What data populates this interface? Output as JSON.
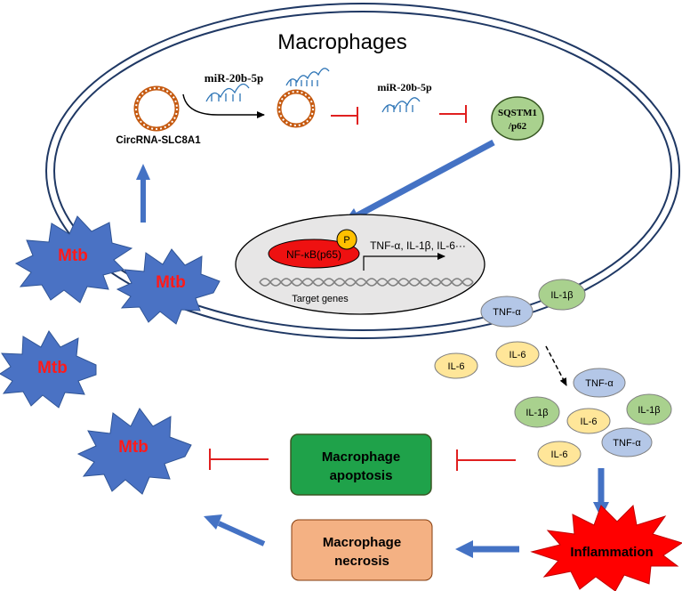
{
  "title": "Macrophages",
  "circrna": {
    "label": "CircRNA-SLC8A1"
  },
  "mirna": {
    "label_top": "miR-20b-5p",
    "label_free": "miR-20b-5p"
  },
  "sqstm1": {
    "line1": "SQSTM1",
    "line2": "/p62"
  },
  "nucleus": {
    "nfkb": "NF-κB(p65)",
    "phospho": "P",
    "products": "TNF-α, IL-1β, IL-6···",
    "target": "Target genes"
  },
  "mtb": {
    "label": "Mtb"
  },
  "cytokines": {
    "tnf": "TNF-α",
    "il1b": "IL-1β",
    "il6": "IL-6"
  },
  "outcomes": {
    "apoptosis_line1": "Macrophage",
    "apoptosis_line2": "apoptosis",
    "necrosis_line1": "Macrophage",
    "necrosis_line2": "necrosis"
  },
  "inflammation": {
    "label": "Inflammation"
  },
  "colors": {
    "arrow_blue": "#4472c4",
    "inhibit_red": "#e02020",
    "mtb_blue": "#4a72c4",
    "apoptosis_green": "#1fa24a",
    "necrosis_orange": "#f4b183",
    "il1b_green": "#a9d18e",
    "il6_yellow": "#ffe699",
    "tnf_blue": "#b4c7e7",
    "nucleus_gray": "#e7e6e6",
    "nfkb_red": "#ee1111",
    "sqstm1_green": "#a9d18e"
  }
}
